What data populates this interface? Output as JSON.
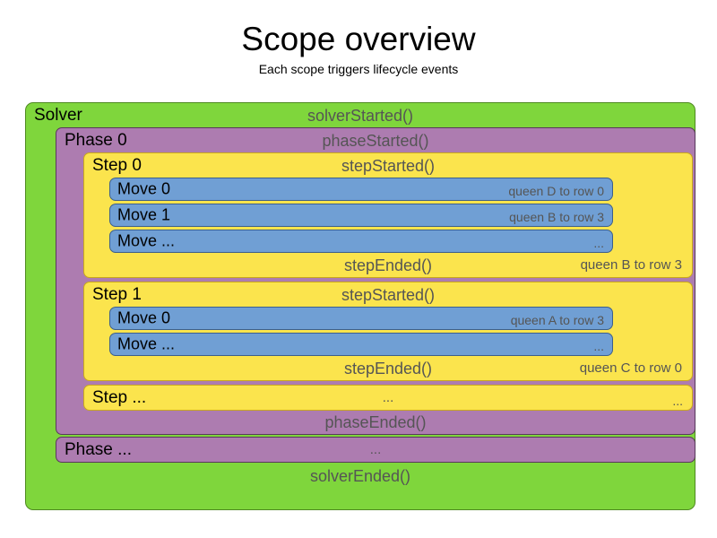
{
  "header": {
    "title": "Scope overview",
    "subtitle": "Each scope triggers lifecycle events"
  },
  "colors": {
    "solver": "#7fd63c",
    "phase": "#ad7cb0",
    "step": "#fbe44d",
    "move": "#709fd4",
    "event_text": "#555555",
    "label_text": "#000000",
    "background": "#ffffff"
  },
  "diagram": {
    "solver": {
      "label": "Solver",
      "started_event": "solverStarted()",
      "ended_event": "solverEnded()",
      "phases": [
        {
          "label": "Phase 0",
          "started_event": "phaseStarted()",
          "ended_event": "phaseEnded()",
          "steps": [
            {
              "label": "Step 0",
              "started_event": "stepStarted()",
              "ended_event": "stepEnded()",
              "ended_detail": "queen B to row 3",
              "moves": [
                {
                  "label": "Move 0",
                  "detail": "queen D to row 0"
                },
                {
                  "label": "Move 1",
                  "detail": "queen B to row 3"
                },
                {
                  "label": "Move ...",
                  "detail": "..."
                }
              ]
            },
            {
              "label": "Step 1",
              "started_event": "stepStarted()",
              "ended_event": "stepEnded()",
              "ended_detail": "queen C to row 0",
              "moves": [
                {
                  "label": "Move 0",
                  "detail": "queen A to row 3"
                },
                {
                  "label": "Move ...",
                  "detail": "..."
                }
              ]
            }
          ],
          "step_ellipsis": {
            "label": "Step ...",
            "event": "...",
            "detail": "..."
          }
        }
      ],
      "phase_ellipsis": {
        "label": "Phase ...",
        "event": "..."
      }
    }
  }
}
